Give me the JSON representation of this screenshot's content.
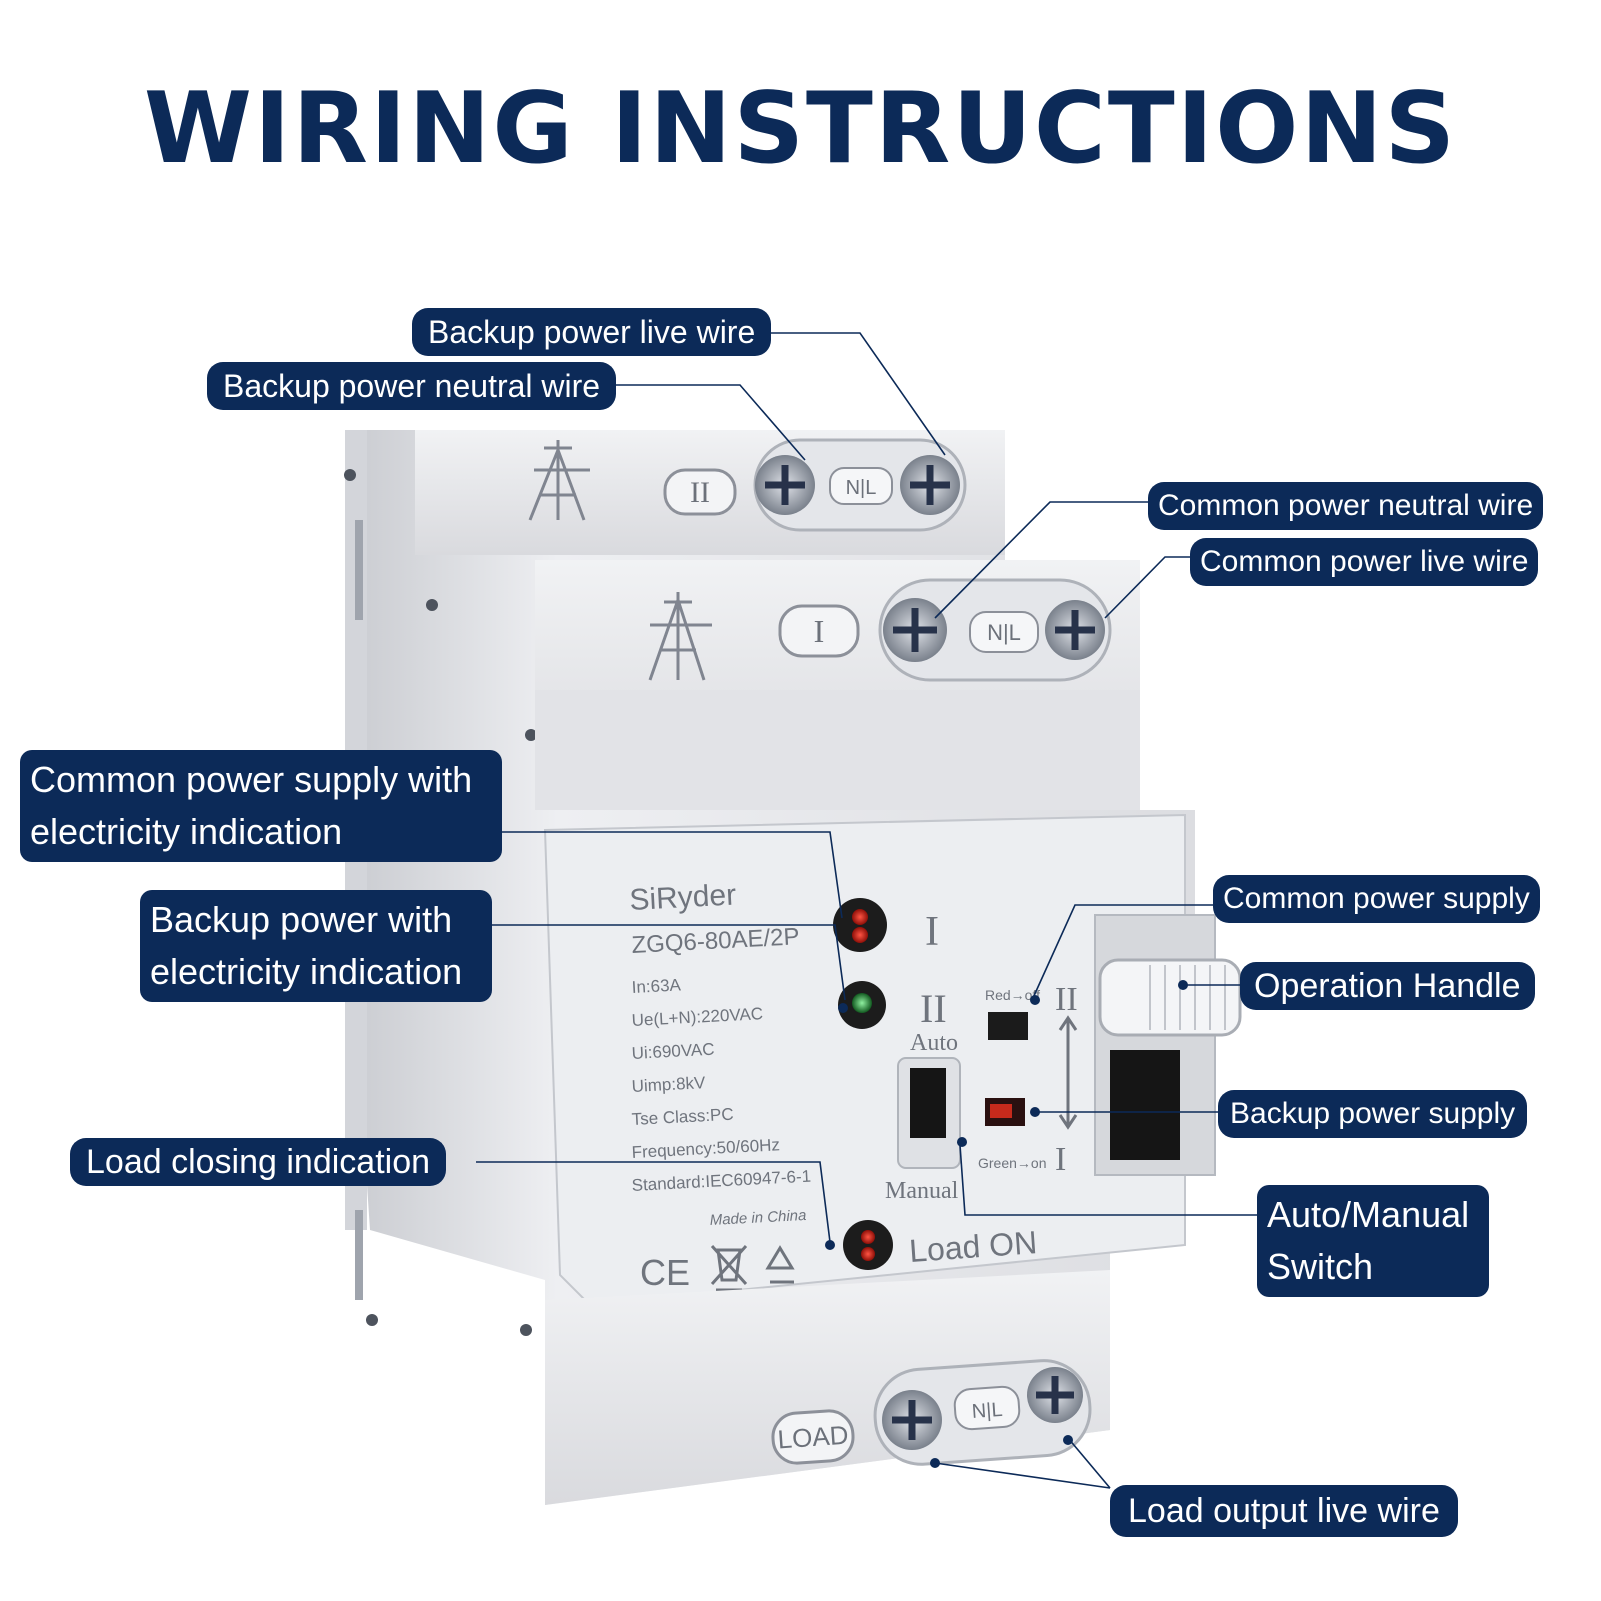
{
  "title": "WIRING INSTRUCTIONS",
  "labels": {
    "backup_live": "Backup power live wire",
    "backup_neutral": "Backup power neutral wire",
    "common_neutral": "Common power neutral wire",
    "common_live": "Common power live wire",
    "common_supply_indication": "Common power supply with electricity indication",
    "backup_indication": "Backup power with electricity indication",
    "common_supply": "Common power supply",
    "operation_handle": "Operation Handle",
    "backup_supply": "Backup power supply",
    "load_closing": "Load closing indication",
    "auto_manual": "Auto/Manual Switch",
    "load_output": "Load output live wire"
  },
  "device": {
    "brand": "SiRyder",
    "model": "ZGQ6-80AE/2P",
    "specs": [
      "In:63A",
      "Ue(L+N):220VAC",
      "Ui:690VAC",
      "Uimp:8kV",
      "Tse Class:PC",
      "Frequency:50/60Hz",
      "Standard:IEC60947-6-1"
    ],
    "made_in": "Made in China",
    "terminal_tag": "N|L",
    "backup_roman": "II",
    "common_roman": "I",
    "load_tag": "LOAD",
    "auto": "Auto",
    "manual": "Manual",
    "load_on": "Load ON",
    "red_off": "Red→off",
    "green_on": "Green→on",
    "ce_mark": "CE"
  },
  "colors": {
    "navy": "#0c2a58",
    "device": "#e9eaed",
    "led_red": "#d11b12",
    "led_green": "#39b54a"
  }
}
